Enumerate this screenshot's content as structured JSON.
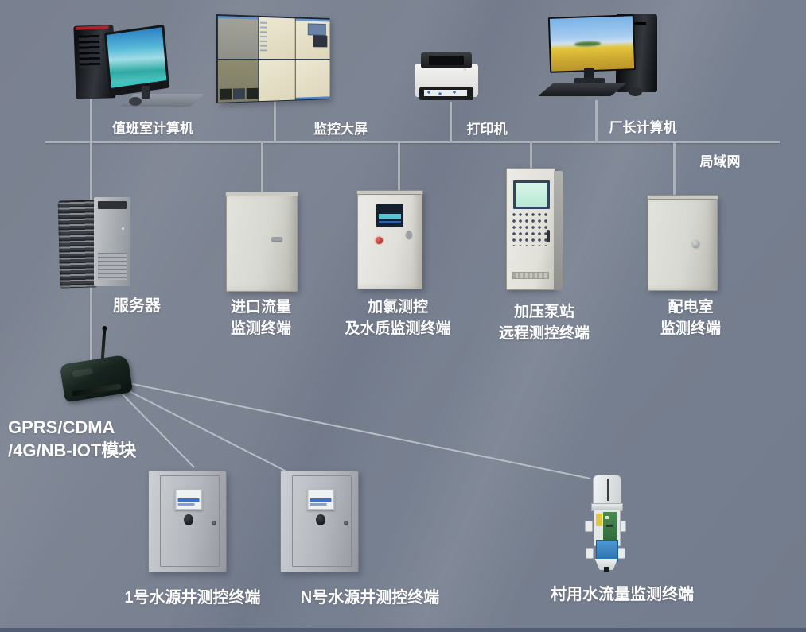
{
  "network": {
    "lan_label": "局域网"
  },
  "nodes": {
    "duty_computer": {
      "label": "值班室计算机"
    },
    "monitor_wall": {
      "label": "监控大屏"
    },
    "printer": {
      "label": "打印机"
    },
    "director_computer": {
      "label": "厂长计算机"
    },
    "server": {
      "label": "服务器"
    },
    "inlet_flow_terminal": {
      "line1": "进口流量",
      "line2": "监测终端"
    },
    "chlorination_terminal": {
      "line1": "加氯测控",
      "line2": "及水质监测终端"
    },
    "pump_station_terminal": {
      "line1": "加压泵站",
      "line2": "远程测控终端"
    },
    "power_room_terminal": {
      "line1": "配电室",
      "line2": "监测终端"
    },
    "gprs_module": {
      "line1": "GPRS/CDMA",
      "line2": "/4G/NB-IOT模块"
    },
    "well_terminal_1": {
      "label": "1号水源井测控终端"
    },
    "well_terminal_n": {
      "label": "N号水源井测控终端"
    },
    "village_flow_terminal": {
      "label": "村用水流量监测终端"
    }
  },
  "colors": {
    "background": "#7a8190",
    "line": "#aeb3bb",
    "text": "#ffffff",
    "bottom_strip": "#525d74"
  }
}
